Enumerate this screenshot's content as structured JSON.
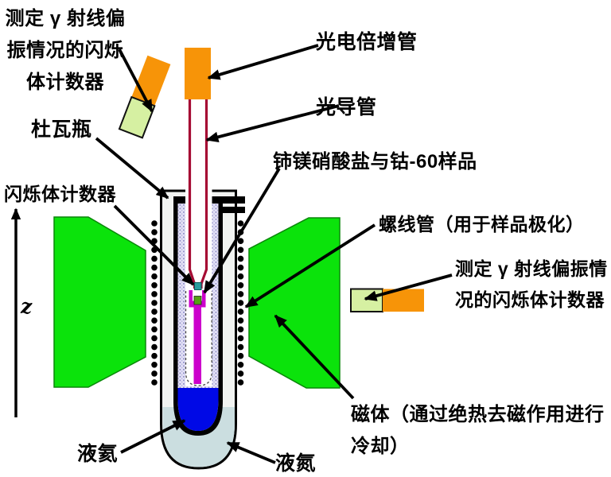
{
  "diagram": {
    "description_labels": {
      "detector_top_left": {
        "line1": "测定 γ 射线偏",
        "line2": "振情况的闪烁",
        "line3": "体计数器"
      },
      "dewar": "杜瓦瓶",
      "scintillator_counter": "闪烁体计数器",
      "photomultiplier": "光电倍增管",
      "light_pipe": "光导管",
      "sample": "铈镁硝酸盐与钴-60样品",
      "solenoid": "螺线管（用于样品极化）",
      "detector_right": {
        "line1": "测定 γ 射线偏振情",
        "line2": "况的闪烁体计数器"
      },
      "magnet": {
        "line1": "磁体（通过绝热去磁作用进行",
        "line2": "冷却）"
      },
      "liquid_helium": "液氦",
      "liquid_nitrogen": "液氮",
      "z_axis": "z"
    },
    "colors": {
      "pmt_orange": "#F79408",
      "magnet_green": "#0BE30B",
      "scintillator_pale_green": "#D6F0A2",
      "light_pipe_crimson": "#A50B33",
      "sample_holder_magenta": "#CC00CC",
      "liquid_helium_blue": "#0009E6",
      "liquid_nitrogen_cyan": "#CBDEE0",
      "scintillator_teal": "#2A9D9D",
      "sample_green": "#55A012"
    }
  }
}
